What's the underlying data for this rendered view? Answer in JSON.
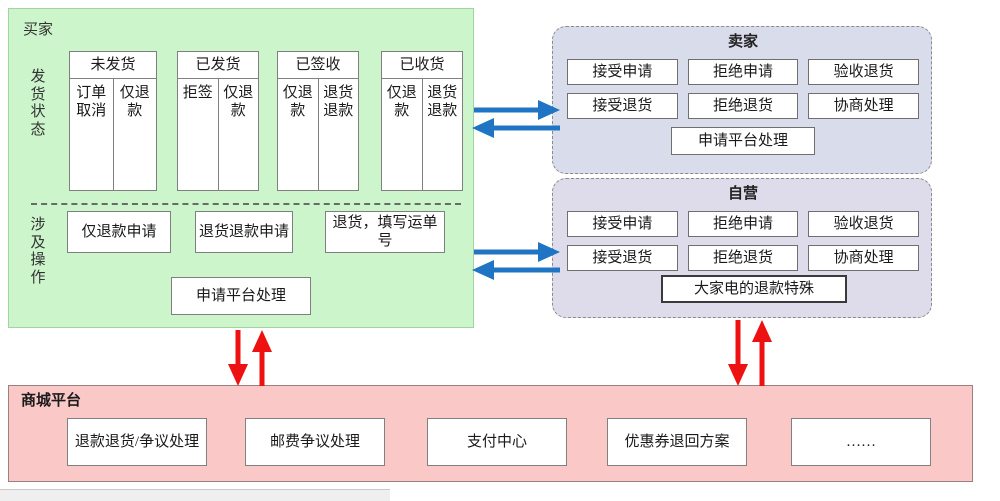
{
  "diagram": {
    "title_buyer": "买家",
    "title_seller": "卖家",
    "title_self": "自营",
    "title_mall": "商城平台"
  },
  "buyer": {
    "side_labels": {
      "shipping_state": "发货状态",
      "operations": "涉及操作"
    },
    "status_columns": [
      {
        "header": "未发货",
        "cells": [
          "订单取消",
          "仅退款"
        ]
      },
      {
        "header": "已发货",
        "cells": [
          "拒签",
          "仅退款"
        ]
      },
      {
        "header": "已签收",
        "cells": [
          "仅退款",
          "退货退款"
        ]
      },
      {
        "header": "已收货",
        "cells": [
          "仅退款",
          "退货退款"
        ]
      }
    ],
    "operations": [
      "仅退款申请",
      "退货退款申请",
      "退货，填写运单号",
      "申请平台处理"
    ]
  },
  "seller": {
    "actions": [
      "接受申请",
      "拒绝申请",
      "验收退货",
      "接受退货",
      "拒绝退货",
      "协商处理"
    ],
    "footer_action": "申请平台处理"
  },
  "self_operated": {
    "actions": [
      "接受申请",
      "拒绝申请",
      "验收退货",
      "接受退货",
      "拒绝退货",
      "协商处理"
    ],
    "footer_action": "大家电的退款特殊"
  },
  "mall": {
    "boxes": [
      "退款退货/争议处理",
      "邮费争议处理",
      "支付中心",
      "优惠券退回方案",
      "……"
    ]
  },
  "colors": {
    "buyer_bg": "#CCF5CC",
    "seller_bg": "#D9DDEB",
    "self_bg": "#DEDCEA",
    "mall_bg": "#FBC8C8",
    "arrow_blue": "#1F74C4",
    "arrow_red": "#EE1111"
  }
}
